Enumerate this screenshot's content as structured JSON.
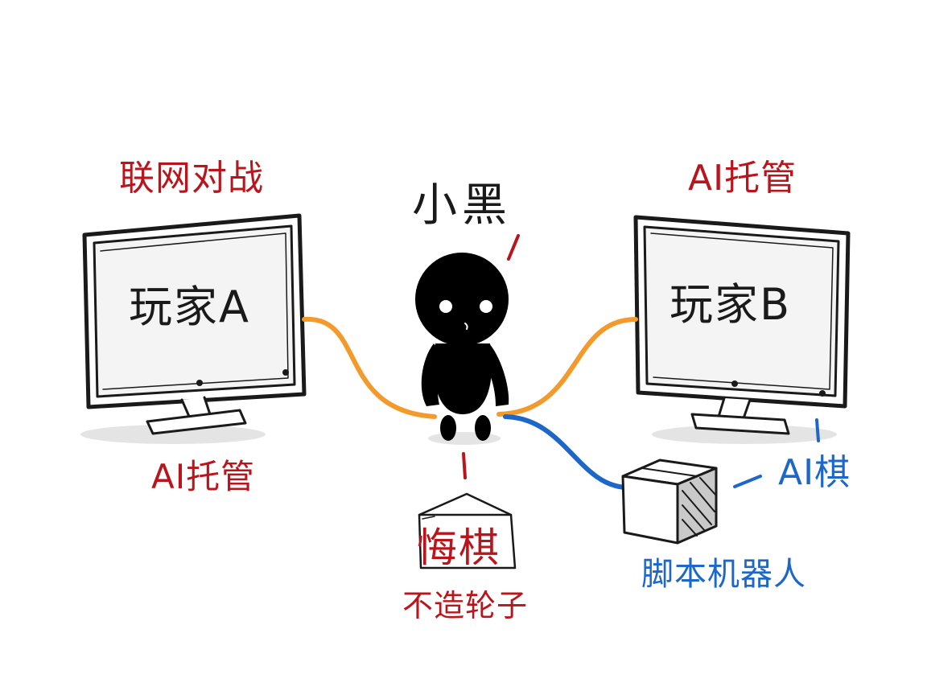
{
  "labels": {
    "online_battle": "联网对战",
    "ai_hosted_right": "AI托管",
    "character_name": "小黑",
    "player_a": "玩家A",
    "player_b": "玩家B",
    "ai_hosted_left": "AI托管",
    "ai_chess": "AI棋",
    "undo_move": "悔棋",
    "no_reinvent": "不造轮子",
    "script_robot": "脚本机器人"
  },
  "colors": {
    "red": "#b8161c",
    "blue": "#1d67c8",
    "orange": "#f39a2c",
    "ink": "#1a1a1a",
    "character": "#000000"
  }
}
